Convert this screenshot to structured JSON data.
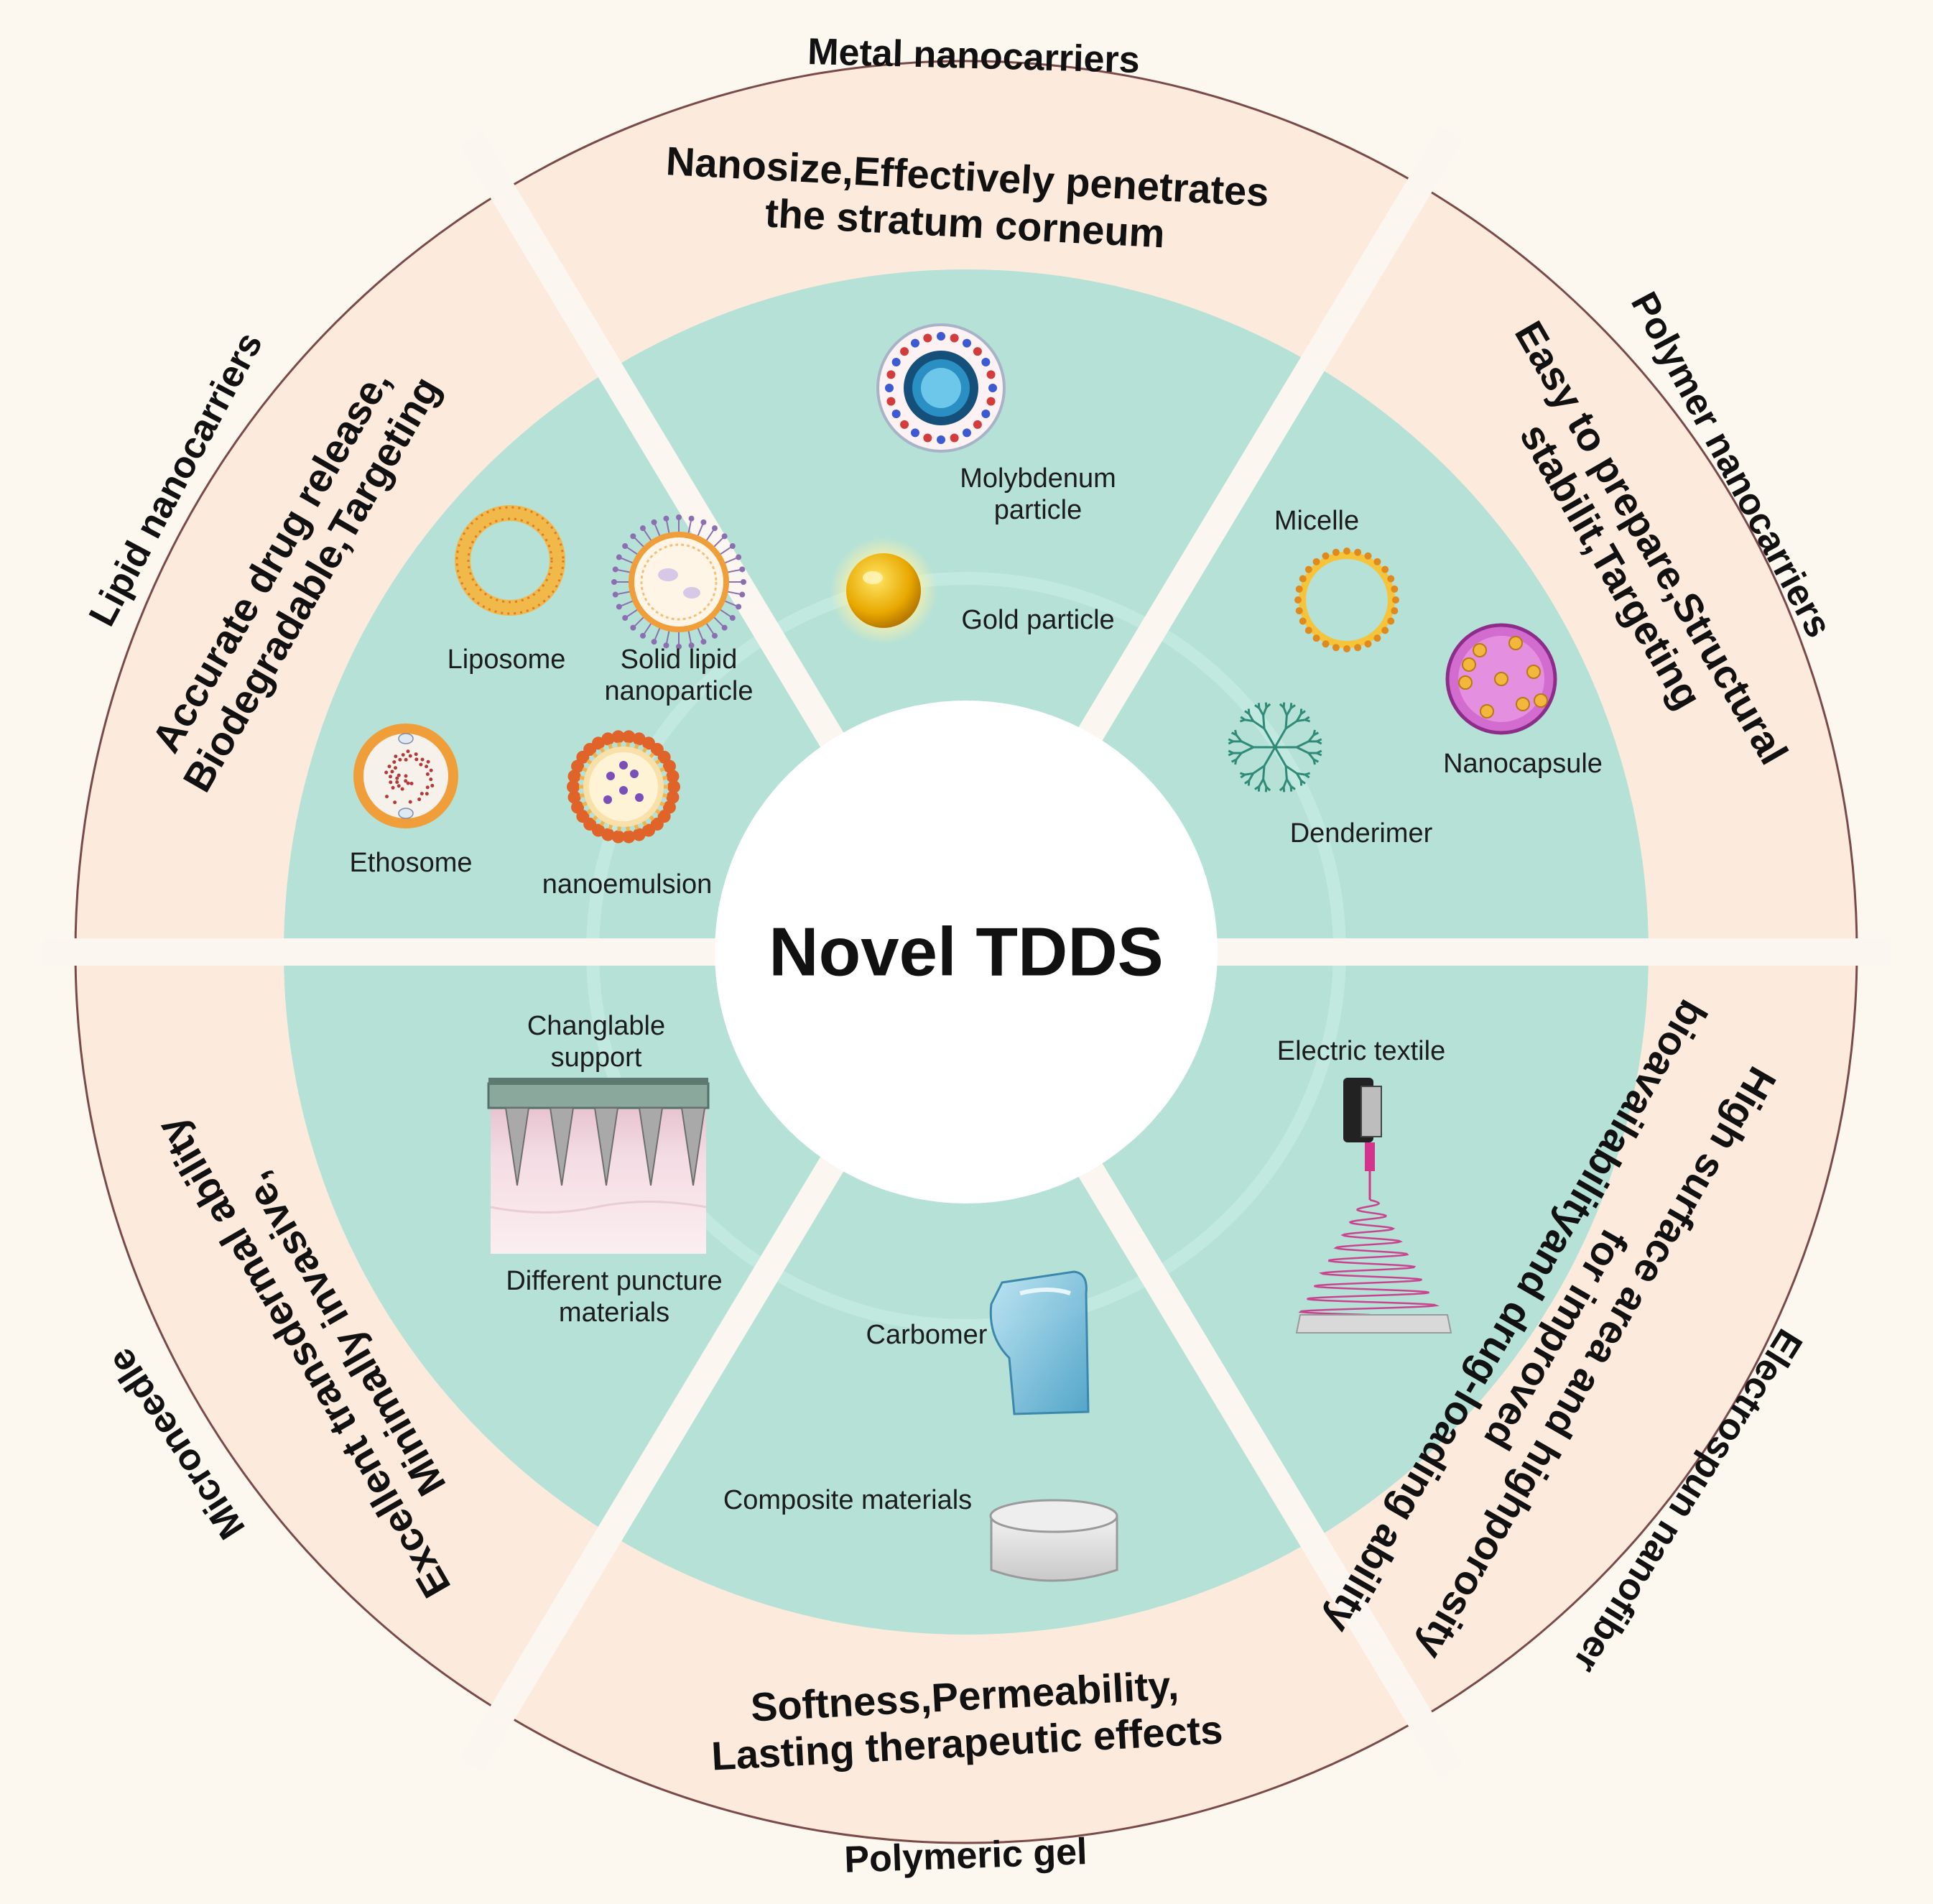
{
  "center": {
    "title": "Novel TDDS"
  },
  "colors": {
    "page_bg": "#fdf8ef",
    "outer_ring": "#fcebdc",
    "inner_disc": "#b5e1d6",
    "ring_border": "#7a4a4a",
    "divider": "#fbf7f0",
    "center": "#ffffff"
  },
  "sectors": [
    {
      "id": "metal",
      "title": "Metal nanocarriers",
      "features": [
        "Nanosize,Effectively penetrates",
        "the stratum corneum"
      ],
      "items": [
        {
          "label": [
            "Molybdenum",
            "particle"
          ],
          "icon": "molybdenum-particle-icon"
        },
        {
          "label": [
            "Gold particle"
          ],
          "icon": "gold-particle-icon"
        }
      ]
    },
    {
      "id": "polymer",
      "title": "Polymer nanocarriers",
      "features": [
        "Easy to prepare,Structural",
        "stabilit,Targeting"
      ],
      "items": [
        {
          "label": [
            "Micelle"
          ],
          "icon": "micelle-icon"
        },
        {
          "label": [
            "Nanocapsule"
          ],
          "icon": "nanocapsule-icon"
        },
        {
          "label": [
            "Denderimer"
          ],
          "icon": "dendrimer-icon"
        }
      ]
    },
    {
      "id": "electrospun",
      "title": "Electrospun nanofiber",
      "features": [
        "High surface area and highporosity",
        "for improved",
        "bioavailabilityand drug-loading ability"
      ],
      "items": [
        {
          "label": [
            "Electric textile"
          ],
          "icon": "electrospinning-icon"
        }
      ]
    },
    {
      "id": "gel",
      "title": "Polymeric gel",
      "features": [
        "Softness,Permeability,",
        "Lasting therapeutic effects"
      ],
      "items": [
        {
          "label": [
            "Carbomer"
          ],
          "icon": "carbomer-gel-icon"
        },
        {
          "label": [
            "Composite materials"
          ],
          "icon": "composite-gel-icon"
        }
      ]
    },
    {
      "id": "microneedle",
      "title": "Microneedle",
      "features": [
        "Excellent transdermal ability",
        "Minimally invasive,"
      ],
      "items": [
        {
          "label": [
            "Changlable",
            "support"
          ],
          "icon": "microneedle-patch-icon"
        },
        {
          "label": [
            "Different puncture",
            "materials"
          ],
          "icon": ""
        }
      ]
    },
    {
      "id": "lipid",
      "title": "Lipid nanocarriers",
      "features": [
        "Accurate drug release,",
        "Biodegradable,Targeting"
      ],
      "items": [
        {
          "label": [
            "Liposome"
          ],
          "icon": "liposome-icon"
        },
        {
          "label": [
            "Solid lipid",
            "nanoparticle"
          ],
          "icon": "solid-lipid-nanoparticle-icon"
        },
        {
          "label": [
            "Ethosome"
          ],
          "icon": "ethosome-icon"
        },
        {
          "label": [
            "nanoemulsion"
          ],
          "icon": "nanoemulsion-icon"
        }
      ]
    }
  ]
}
